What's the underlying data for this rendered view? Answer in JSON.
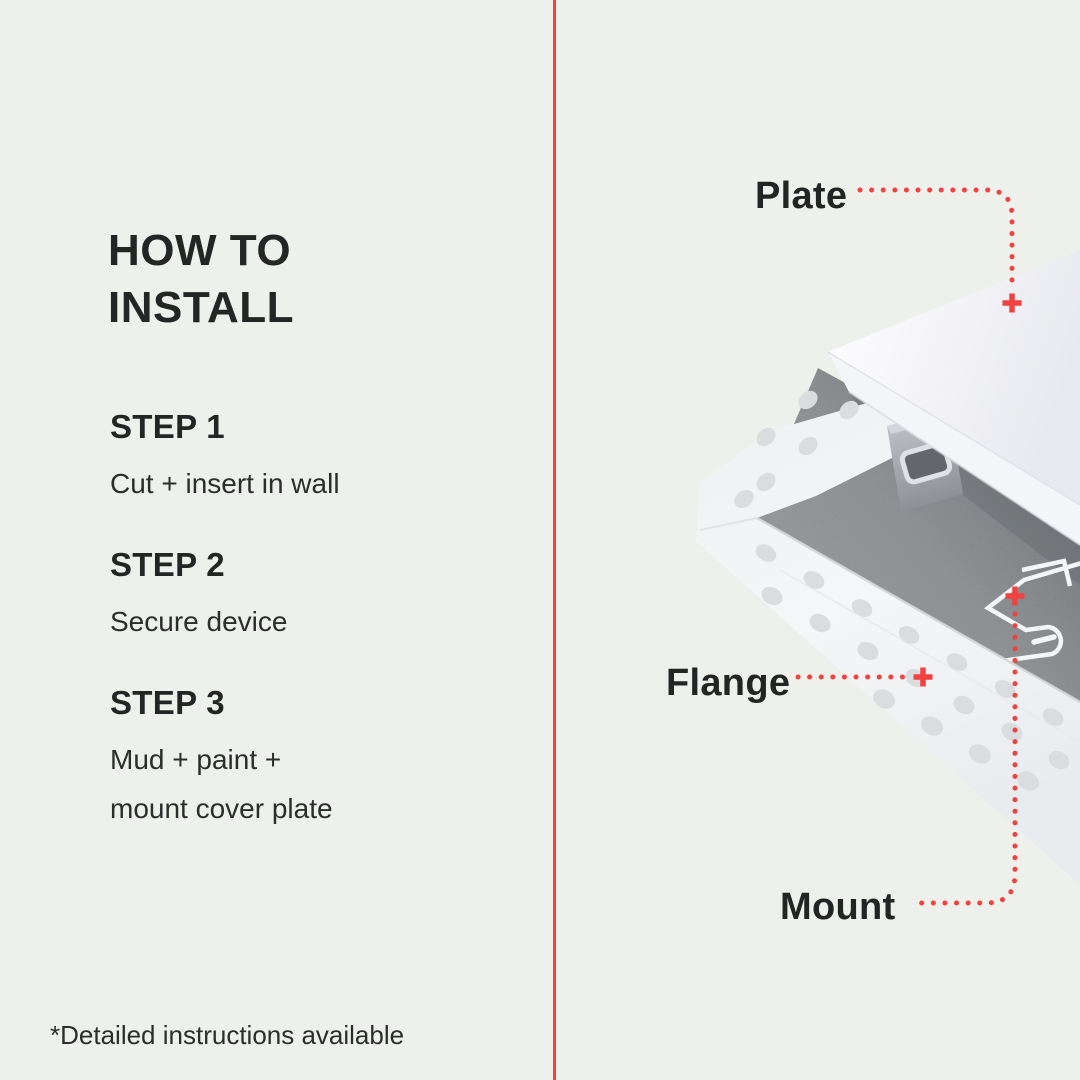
{
  "canvas": {
    "background_color": "#eef0eb",
    "accent_red": "#f14140",
    "text_color": "#242625"
  },
  "left_panel": {
    "title_lines": [
      "HOW TO",
      "INSTALL"
    ],
    "steps": [
      {
        "heading": "STEP 1",
        "body_lines": [
          "Cut + insert in wall"
        ]
      },
      {
        "heading": "STEP 2",
        "body_lines": [
          "Secure device"
        ]
      },
      {
        "heading": "STEP 3",
        "body_lines": [
          "Mud + paint +",
          "mount cover plate"
        ]
      }
    ],
    "footnote": "*Detailed instructions available"
  },
  "diagram": {
    "labels": {
      "plate": "Plate",
      "flange": "Flange",
      "mount": "Mount"
    }
  }
}
